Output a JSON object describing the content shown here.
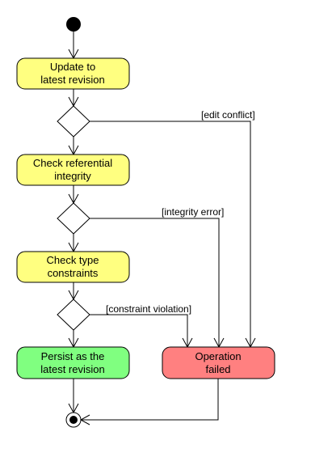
{
  "colors": {
    "action_fill": "#ffff80",
    "success_fill": "#80ff80",
    "failure_fill": "#ff8080",
    "stroke": "#000000",
    "background": "#ffffff"
  },
  "actions": {
    "update": {
      "line1": "Update to",
      "line2": "latest revision"
    },
    "referential": {
      "line1": "Check referential",
      "line2": "integrity"
    },
    "type_constraints": {
      "line1": "Check type",
      "line2": "constraints"
    },
    "persist": {
      "line1": "Persist as the",
      "line2": "latest revision"
    },
    "failed": {
      "line1": "Operation",
      "line2": "failed"
    }
  },
  "guards": {
    "edit_conflict": "[edit conflict]",
    "integrity_error": "[integrity error]",
    "constraint_violation": "[constraint violation]"
  }
}
